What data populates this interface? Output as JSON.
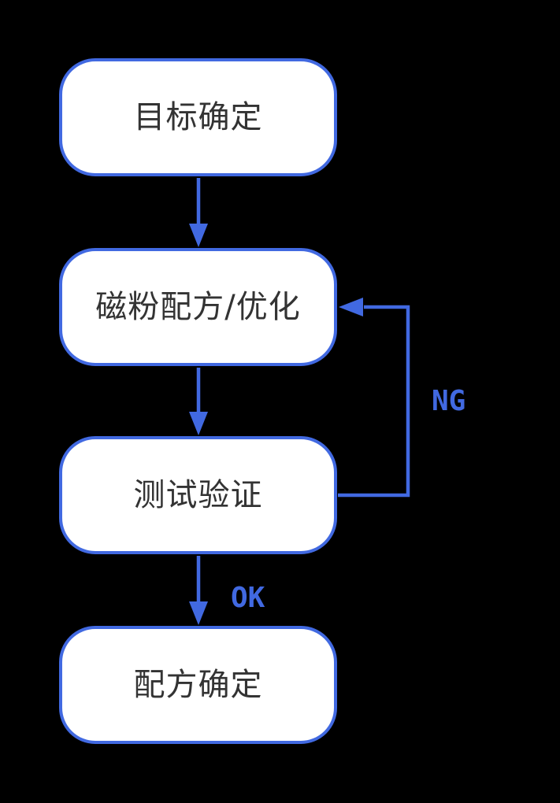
{
  "diagram": {
    "type": "flowchart",
    "direction": "top-down",
    "colors": {
      "accent": "#4169e1",
      "fill": "#ffffff",
      "text": "#333333",
      "background": "#000000"
    },
    "nodes": [
      {
        "id": "goal",
        "label": "目标确定",
        "shape": "rounded-rectangle"
      },
      {
        "id": "formula",
        "label": "磁粉配方/优化",
        "shape": "rounded-rectangle"
      },
      {
        "id": "test",
        "label": "测试验证",
        "shape": "rounded-rectangle"
      },
      {
        "id": "final",
        "label": "配方确定",
        "shape": "rounded-rectangle"
      }
    ],
    "edges": [
      {
        "from": "goal",
        "to": "formula",
        "label": ""
      },
      {
        "from": "formula",
        "to": "test",
        "label": ""
      },
      {
        "from": "test",
        "to": "final",
        "label": "OK"
      },
      {
        "from": "test",
        "to": "formula",
        "label": "NG",
        "style": "right-side-loop"
      }
    ]
  }
}
